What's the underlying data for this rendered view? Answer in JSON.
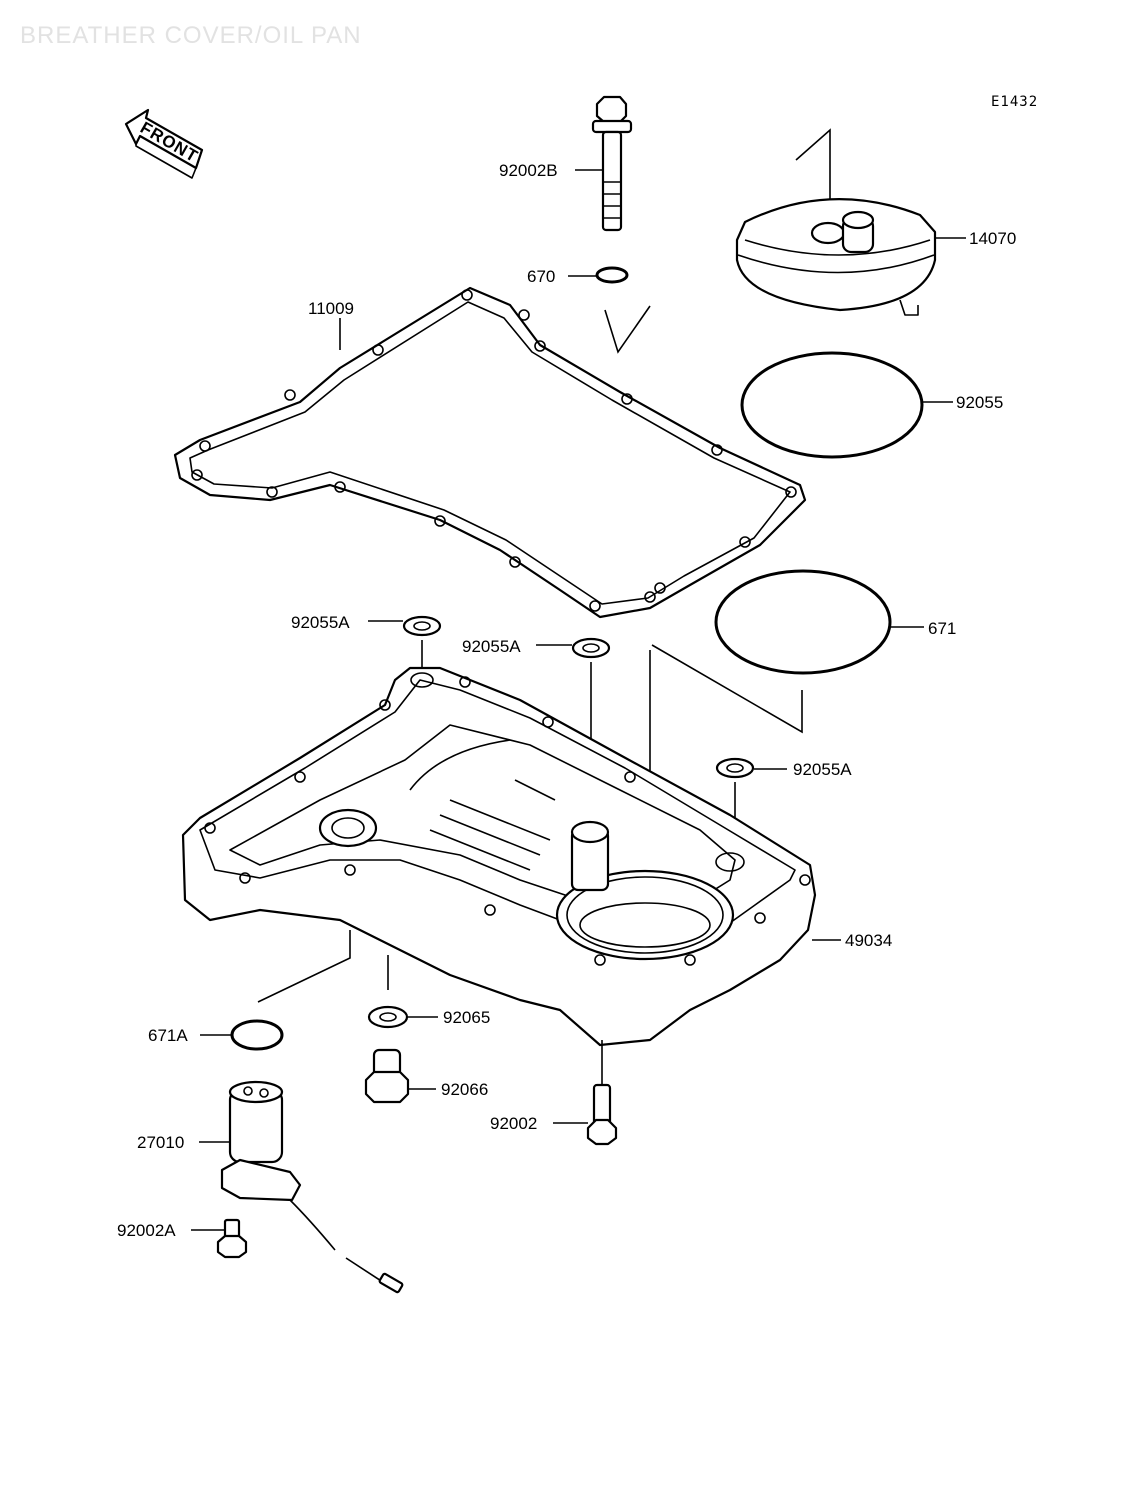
{
  "title": "BREATHER COVER/OIL PAN",
  "diagram_code": "E1432",
  "front_arrow_label": "FRONT",
  "parts": [
    {
      "id": "92002B"
    },
    {
      "id": "670"
    },
    {
      "id": "11009"
    },
    {
      "id": "14070"
    },
    {
      "id": "92055"
    },
    {
      "id": "671"
    },
    {
      "id": "92055A"
    },
    {
      "id": "92055A"
    },
    {
      "id": "92055A"
    },
    {
      "id": "49034"
    },
    {
      "id": "671A"
    },
    {
      "id": "92065"
    },
    {
      "id": "92066"
    },
    {
      "id": "92002"
    },
    {
      "id": "27010"
    },
    {
      "id": "92002A"
    }
  ]
}
